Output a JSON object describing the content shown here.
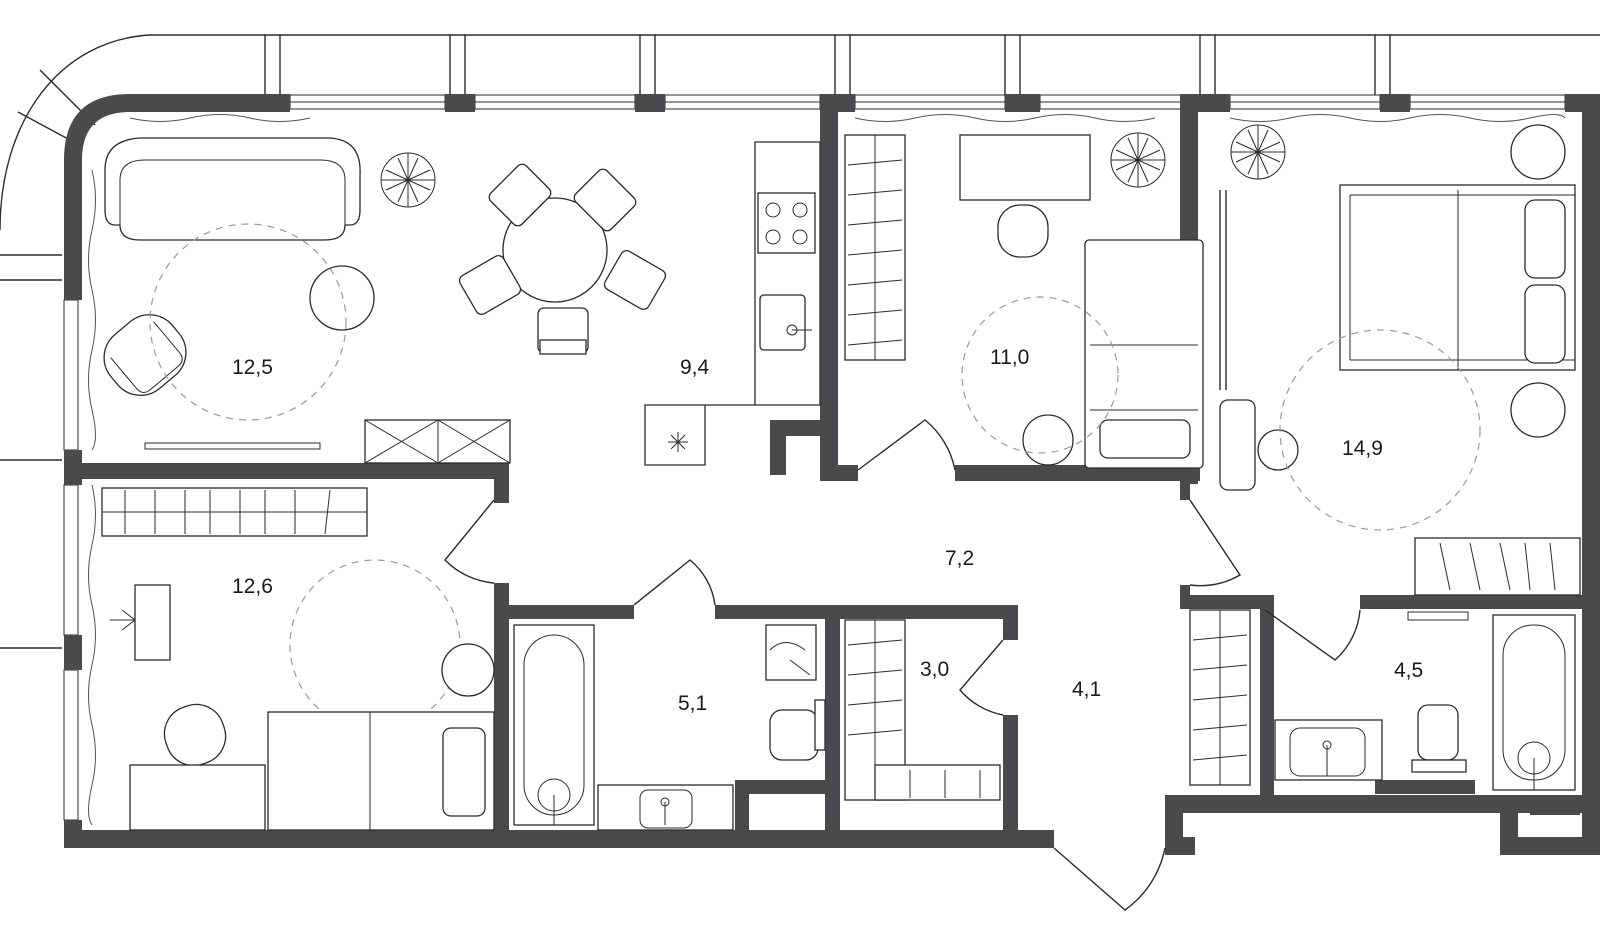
{
  "rooms": [
    {
      "id": "living",
      "area": "12,5"
    },
    {
      "id": "kitchen",
      "area": "9,4"
    },
    {
      "id": "bedroom-middle",
      "area": "11,0"
    },
    {
      "id": "bedroom-master",
      "area": "14,9"
    },
    {
      "id": "hall",
      "area": "7,2"
    },
    {
      "id": "bedroom-left",
      "area": "12,6"
    },
    {
      "id": "bathroom",
      "area": "5,1"
    },
    {
      "id": "wardrobe",
      "area": "3,0"
    },
    {
      "id": "entrance",
      "area": "4,1"
    },
    {
      "id": "bathroom-master",
      "area": "4,5"
    }
  ],
  "colors": {
    "wall": "#4a4a4c",
    "line": "#2b2b2b",
    "background": "#ffffff"
  }
}
